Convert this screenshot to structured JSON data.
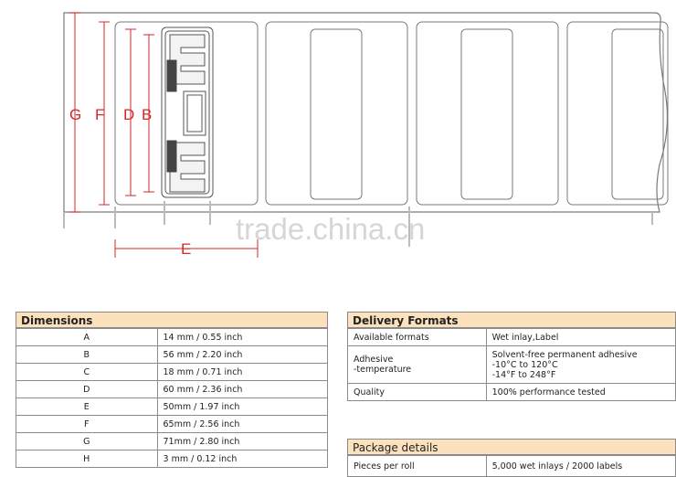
{
  "diagram": {
    "dimension_letters": [
      "G",
      "F",
      "D",
      "B",
      "E"
    ],
    "watermark": "trade.china.cn"
  },
  "dimensions": {
    "title": "Dimensions",
    "rows": [
      {
        "label": "A",
        "value": "14 mm / 0.55 inch"
      },
      {
        "label": "B",
        "value": "56 mm / 2.20 inch"
      },
      {
        "label": "C",
        "value": "18 mm / 0.71 inch"
      },
      {
        "label": "D",
        "value": "60 mm / 2.36 inch"
      },
      {
        "label": "E",
        "value": "50mm / 1.97  inch"
      },
      {
        "label": "F",
        "value": "65mm / 2.56  inch"
      },
      {
        "label": "G",
        "value": "71mm / 2.80 inch"
      },
      {
        "label": "H",
        "value": "3 mm / 0.12 inch"
      }
    ]
  },
  "delivery": {
    "title": "Delivery Formats",
    "available_label": "Available formats",
    "available_value": "Wet inlay,Label",
    "adhesive_label_1": "Adhesive",
    "adhesive_label_2": "-temperature",
    "adhesive_value_1": "Solvent-free permanent adhesive",
    "adhesive_value_2": "-10°C to 120°C",
    "adhesive_value_3": "-14°F to 248°F",
    "quality_label": "Quality",
    "quality_value": "100% performance tested"
  },
  "package": {
    "title": "Package details",
    "pieces_label": "Pieces per roll",
    "pieces_value": "5,000  wet inlays / 2000 labels"
  },
  "colors": {
    "header_bg": "#fbe2bd",
    "dimension_red": "#d22a2a",
    "border": "#8a8a8a"
  }
}
